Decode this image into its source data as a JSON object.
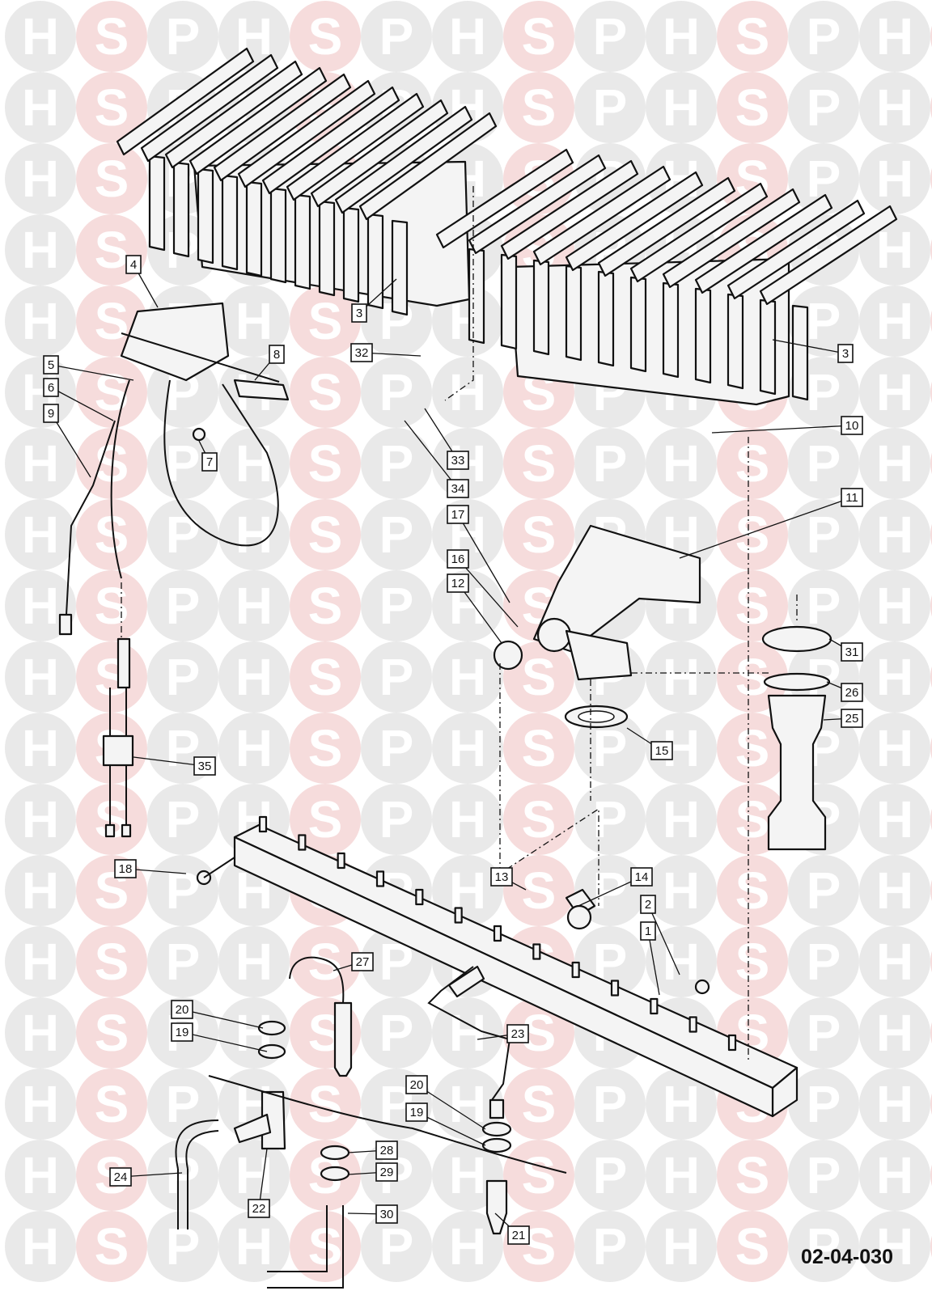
{
  "watermark": {
    "letters": [
      "H",
      "S",
      "P"
    ],
    "colors": {
      "H": "#e9e9e9",
      "S": "#f6dcdc",
      "P": "#e9e9e9"
    }
  },
  "diagram_code": "02-04-030",
  "callouts": [
    "1",
    "2",
    "3",
    "3",
    "4",
    "5",
    "6",
    "7",
    "8",
    "9",
    "10",
    "11",
    "12",
    "13",
    "14",
    "15",
    "16",
    "17",
    "18",
    "19",
    "19",
    "20",
    "20",
    "21",
    "22",
    "23",
    "24",
    "25",
    "26",
    "27",
    "28",
    "29",
    "30",
    "31",
    "32",
    "33",
    "34",
    "35"
  ]
}
